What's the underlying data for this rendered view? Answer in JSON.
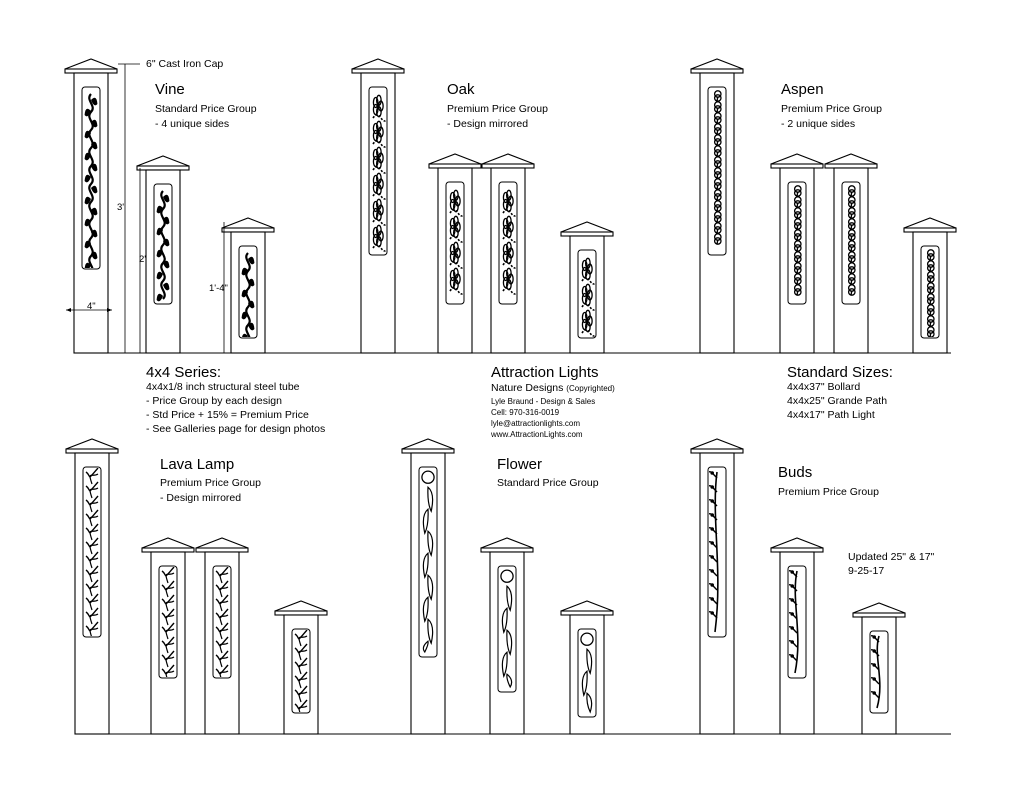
{
  "dimension_labels": {
    "cap": "6\" Cast Iron Cap",
    "height_3ft": "3'",
    "height_2ft": "2'",
    "height_1ft4": "1'-4\"",
    "width_4in": "4\""
  },
  "designs": [
    {
      "name": "Vine",
      "group": "Standard Price Group",
      "note": "- 4 unique sides",
      "pattern": "vine"
    },
    {
      "name": "Oak",
      "group": "Premium Price Group",
      "note": "- Design mirrored",
      "pattern": "oak"
    },
    {
      "name": "Aspen",
      "group": "Premium Price Group",
      "note": "- 2 unique sides",
      "pattern": "aspen"
    },
    {
      "name": "Lava Lamp",
      "group": "Premium Price Group",
      "note": "- Design mirrored",
      "pattern": "lava"
    },
    {
      "name": "Flower",
      "group": "Standard Price Group",
      "note": "",
      "pattern": "flower"
    },
    {
      "name": "Buds",
      "group": "Premium Price Group",
      "note": "",
      "pattern": "buds"
    }
  ],
  "series": {
    "title": "4x4 Series:",
    "lines": [
      "4x4x1/8 inch structural steel tube",
      "- Price Group by each design",
      "- Std Price + 15% = Premium Price",
      "- See Galleries page for design photos"
    ]
  },
  "company": {
    "name": "Attraction Lights",
    "tagline": "Nature Designs",
    "copyright": "(Copyrighted)",
    "contact": "Lyle Braund - Design & Sales",
    "phone": "Cell: 970-316-0019",
    "email": "lyle@attractionlights.com",
    "website": "www.AttractionLights.com"
  },
  "sizes": {
    "title": "Standard Sizes:",
    "items": [
      "4x4x37\" Bollard",
      "4x4x25\" Grande Path",
      "4x4x17\" Path Light"
    ]
  },
  "update_note": {
    "line1": "Updated 25\" & 17\"",
    "line2": "9-25-17"
  }
}
